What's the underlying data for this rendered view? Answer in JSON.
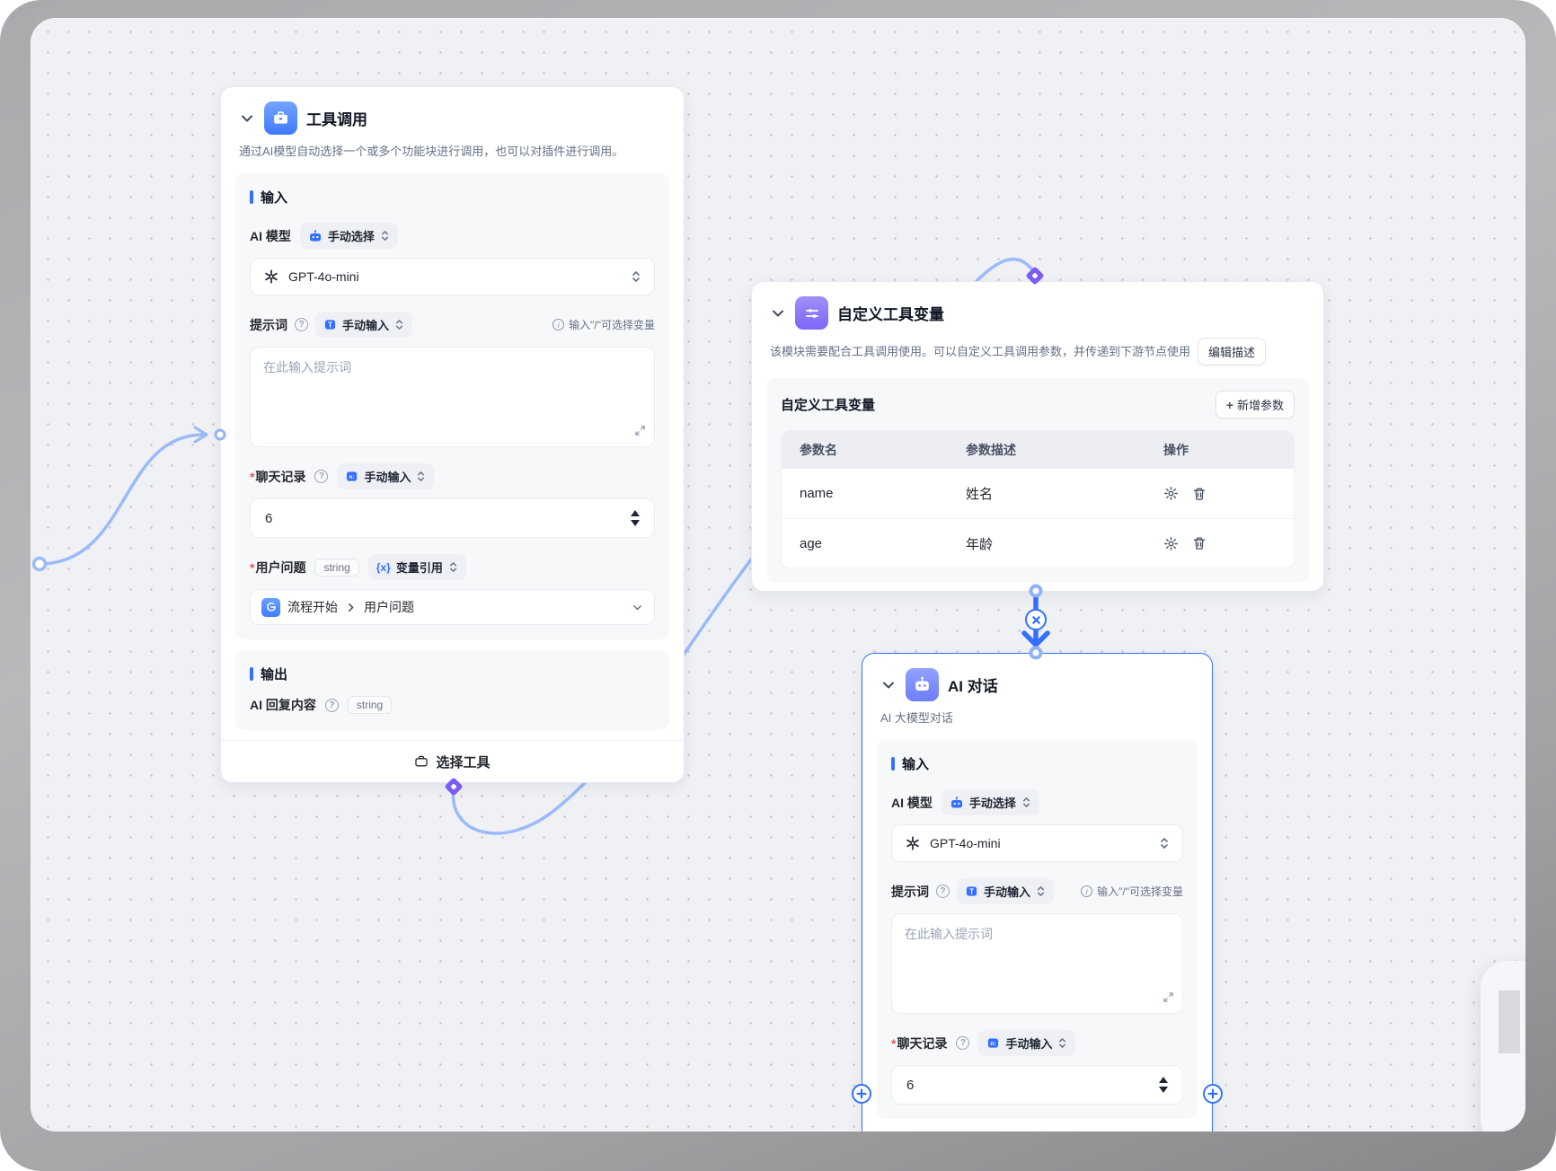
{
  "colors": {
    "accent": "#3370FF",
    "edge": "#9CB9F8",
    "diamond": "#7C5CF5",
    "canvas": "#EFF1F5"
  },
  "icons": {
    "question": "?",
    "info": "i",
    "plus": "+"
  },
  "tool_call_node": {
    "title": "工具调用",
    "description": "通过AI模型自动选择一个或多个功能块进行调用，也可以对插件进行调用。",
    "input": {
      "section_label": "输入",
      "model_label": "AI 模型",
      "model_mode": "手动选择",
      "model_name": "GPT-4o-mini",
      "prompt_label": "提示词",
      "prompt_mode": "手动输入",
      "prompt_hint": "输入\"/\"可选择变量",
      "prompt_placeholder": "在此输入提示词",
      "history_label": "聊天记录",
      "history_mode": "手动输入",
      "history_value": "6",
      "question_label": "用户问题",
      "question_type": "string",
      "question_mode": "变量引用",
      "question_source": "流程开始",
      "question_field": "用户问题"
    },
    "output": {
      "section_label": "输出",
      "reply_label": "AI 回复内容",
      "reply_type": "string"
    },
    "footer_button": "选择工具"
  },
  "custom_vars_node": {
    "title": "自定义工具变量",
    "description": "该模块需要配合工具调用使用。可以自定义工具调用参数，并传递到下游节点使用",
    "edit_button": "编辑描述",
    "panel_title": "自定义工具变量",
    "add_button": "新增参数",
    "table": {
      "headers": [
        "参数名",
        "参数描述",
        "操作"
      ],
      "rows": [
        {
          "name": "name",
          "desc": "姓名"
        },
        {
          "name": "age",
          "desc": "年龄"
        }
      ]
    }
  },
  "ai_chat_node": {
    "title": "AI 对话",
    "description": "AI 大模型对话",
    "input": {
      "section_label": "输入",
      "model_label": "AI 模型",
      "model_mode": "手动选择",
      "model_name": "GPT-4o-mini",
      "prompt_label": "提示词",
      "prompt_mode": "手动输入",
      "prompt_hint": "输入\"/\"可选择变量",
      "prompt_placeholder": "在此输入提示词",
      "history_label": "聊天记录",
      "history_mode": "手动输入",
      "history_value": "6"
    }
  }
}
